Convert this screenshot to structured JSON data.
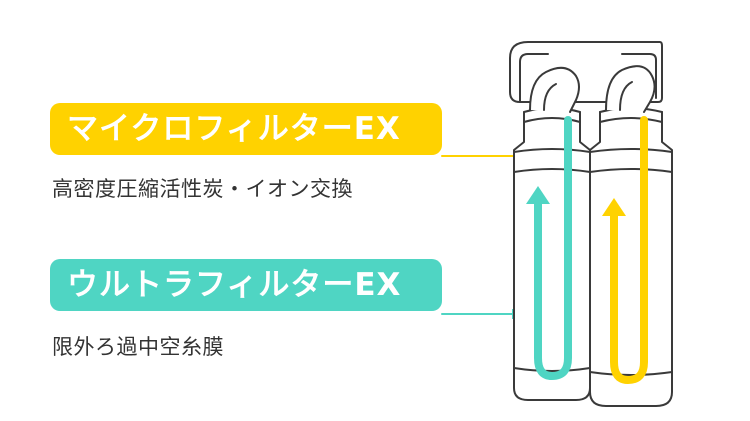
{
  "micro_filter": {
    "title": "マイクロフィルターEX",
    "description": "高密度圧縮活性炭・イオン交換",
    "color": "#ffd200"
  },
  "ultra_filter": {
    "title": "ウルトラフィルターEX",
    "description": "限外ろ過中空糸膜",
    "color": "#4fd5c3"
  },
  "outline_color": "#3a3a3a"
}
